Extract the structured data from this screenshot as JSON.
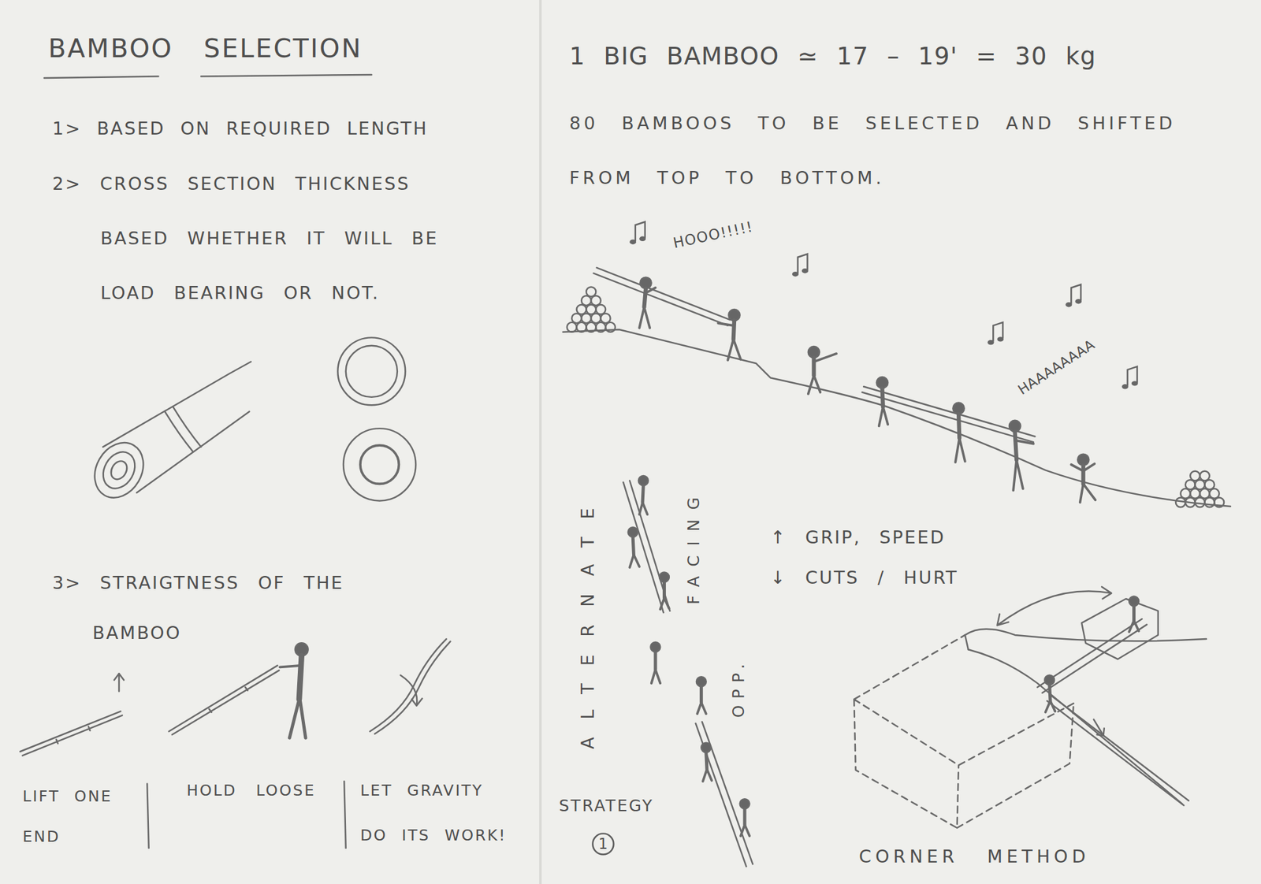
{
  "diagram": {
    "title": "BAMBOO SELECTION",
    "nodes": [
      {
        "text": [
          "1"
        ]
      }
    ],
    "labels": [
      "1> BASED ON REQUIRED LENGTH",
      "2> CROSS SECTION THICKNESS BASED WHETHER IT WILL BE LOAD BEARING OR NOT.",
      "3> STRAIGTNESS OF THE BAMBOO",
      "LIFT ONE END",
      "HOLD LOOSE",
      "LET GRAVITY DO ITS WORK!",
      "1 BIG BAMBOO ≃ 17 – 19' = 30 kg",
      "80 BAMBOOS TO BE SELECTED AND SHIFTED FROM TOP TO BOTTOM.",
      "HOOO!!!!!",
      "HAAAAAAAA",
      "ALTERNATE",
      "FACING",
      "OPP.",
      "↑ GRIP, SPEED",
      "↓ CUTS / HURT",
      "STRATEGY",
      "CORNER METHOD"
    ]
  }
}
